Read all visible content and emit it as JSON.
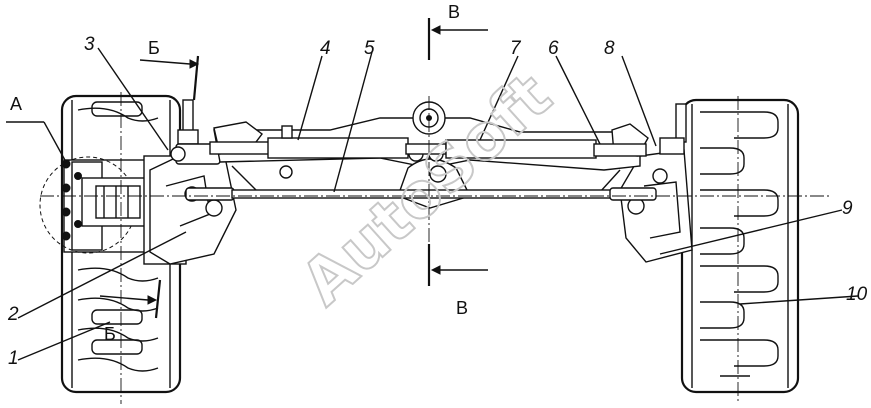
{
  "watermark": "AutoSoft",
  "callouts": {
    "n1": "1",
    "n2": "2",
    "n3": "3",
    "n4": "4",
    "n5": "5",
    "n6": "6",
    "n7": "7",
    "n8": "8",
    "n9": "9",
    "n10": "10"
  },
  "view_labels": {
    "detail_a": "А",
    "section_b_top": "Б",
    "section_b_bottom": "Б",
    "section_v_top": "В",
    "section_v_bottom": "В"
  }
}
